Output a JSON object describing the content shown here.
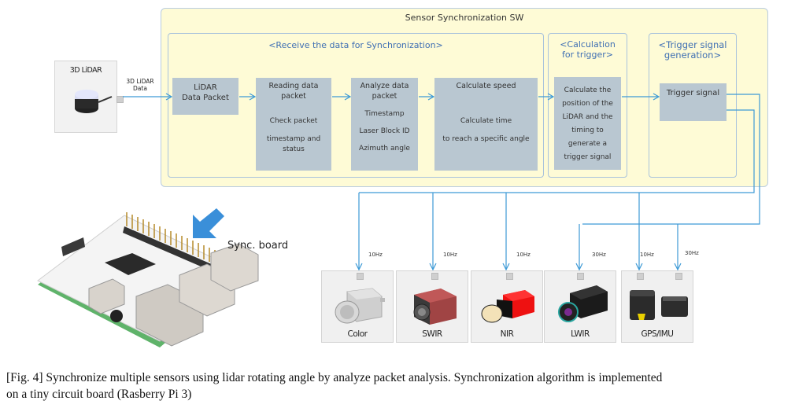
{
  "diagram": {
    "title": "Sensor Synchronization SW",
    "groups": [
      {
        "id": "receive",
        "title": "<Receive the data for Synchronization>"
      },
      {
        "id": "calc",
        "title": "<Calculation for trigger>",
        "title_lines": [
          "<Calculation",
          "for trigger>"
        ]
      },
      {
        "id": "trigger",
        "title": "<Trigger signal generation>",
        "title_lines": [
          "<Trigger signal",
          "generation>"
        ]
      }
    ],
    "boxes": [
      {
        "id": "lidar-packet",
        "lines": [
          "LiDAR",
          "Data Packet"
        ],
        "details": []
      },
      {
        "id": "reading",
        "lines": [
          "Reading data",
          "packet"
        ],
        "details": [
          "Check packet",
          "timestamp and status"
        ]
      },
      {
        "id": "analyze",
        "lines": [
          "Analyze data",
          "packet"
        ],
        "details": [
          "Timestamp",
          "Laser Block ID",
          "Azimuth angle"
        ]
      },
      {
        "id": "speed",
        "lines": [
          "Calculate speed"
        ],
        "details": [
          "Calculate time",
          "to reach a specific angle"
        ]
      },
      {
        "id": "position",
        "lines": [
          "Calculate the",
          "position of the",
          "LiDAR and the",
          "timing to",
          "generate a",
          "trigger signal"
        ],
        "details": []
      },
      {
        "id": "trigger-signal",
        "lines": [
          "Trigger signal"
        ],
        "details": []
      }
    ],
    "source": {
      "label": "3D LiDAR",
      "link_label": [
        "3D LiDAR",
        "Data"
      ]
    },
    "board": {
      "label": "Sync. board"
    },
    "sensors": [
      {
        "label": "Color",
        "rates": [
          "10Hz"
        ]
      },
      {
        "label": "SWIR",
        "rates": [
          "10Hz"
        ]
      },
      {
        "label": "NIR",
        "rates": [
          "10Hz"
        ]
      },
      {
        "label": "LWIR",
        "rates": [
          "30Hz"
        ]
      },
      {
        "label": "GPS/IMU",
        "rates": [
          "10Hz",
          "30Hz"
        ]
      }
    ],
    "colors": {
      "line": "#3d9ad6",
      "panel": "#fefbd6",
      "box": "#b9c7d1",
      "group_title": "#3f6fb3",
      "pointer_arrow": "#3a8fd9"
    }
  },
  "caption": {
    "line1": "[Fig. 4] Synchronize multiple sensors using lidar rotating angle by analyze packet analysis. Synchronization algorithm is implemented",
    "line2": "on a tiny circuit board (Rasberry Pi 3)"
  }
}
